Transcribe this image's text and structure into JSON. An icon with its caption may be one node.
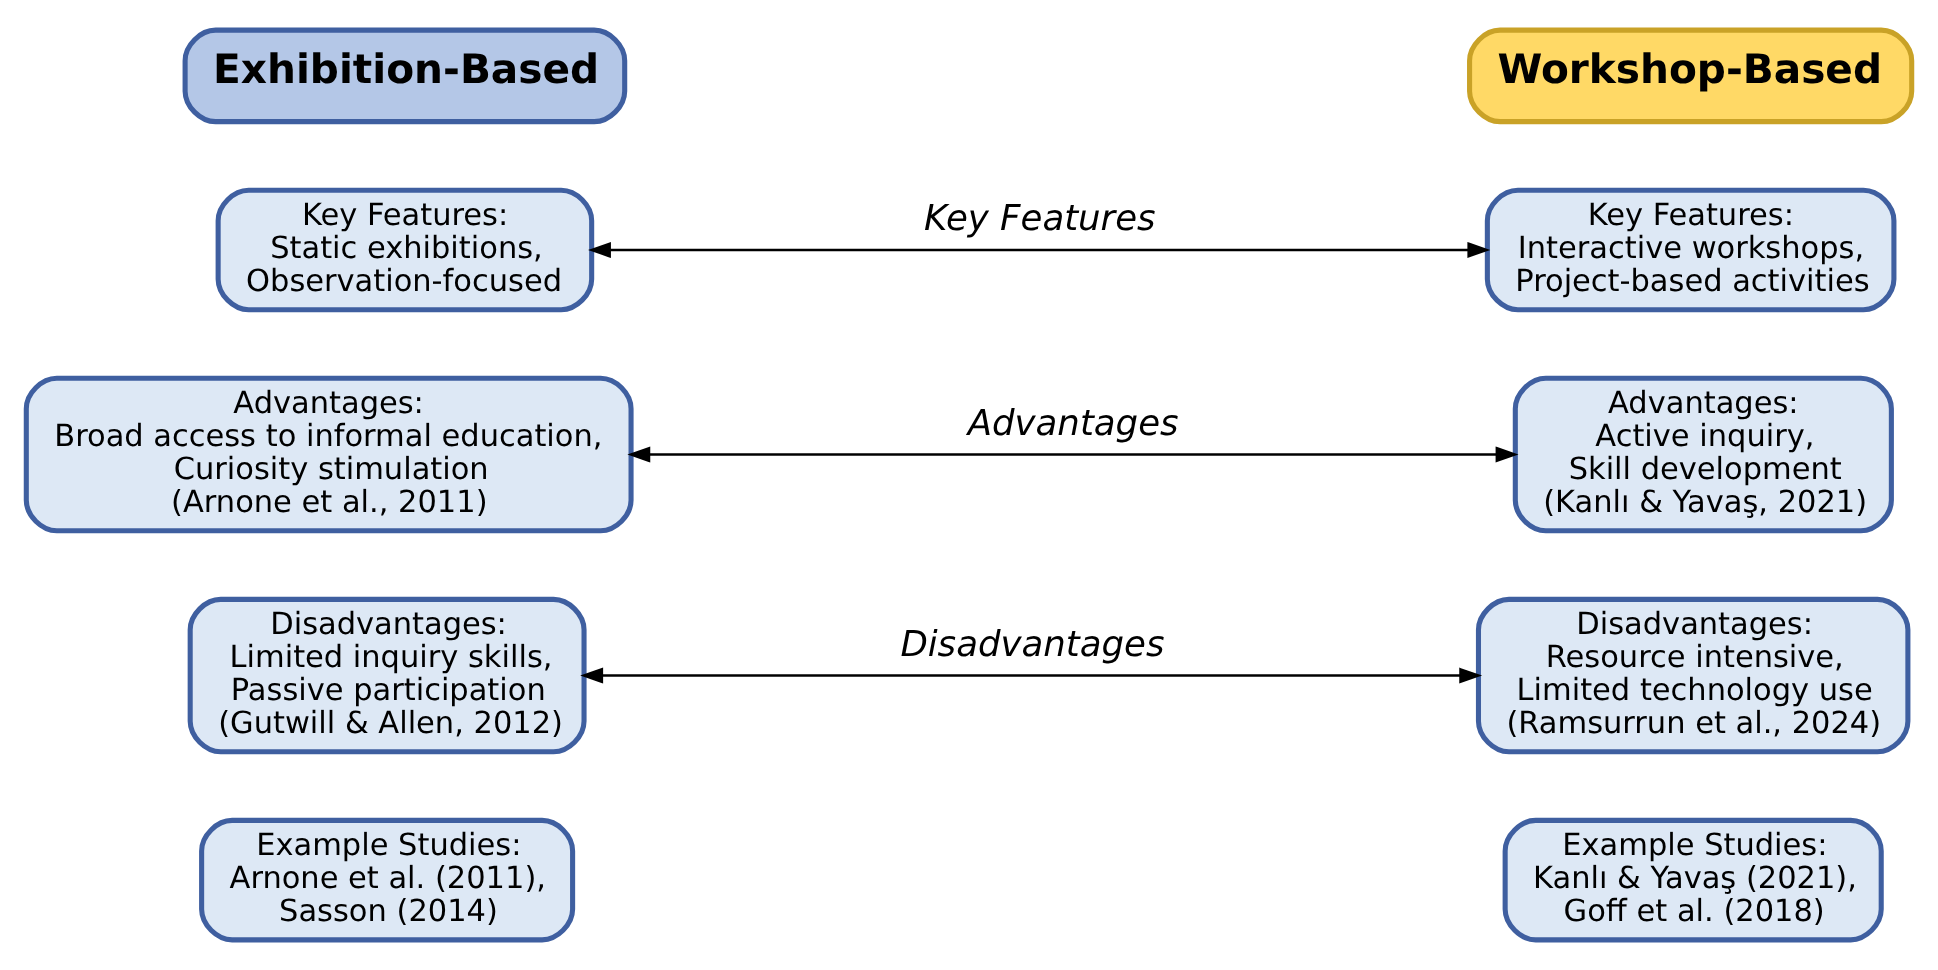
{
  "diagram": {
    "nodes": [
      {
        "text": [
          "Exhibition-Based"
        ]
      },
      {
        "text": [
          "Workshop-Based"
        ]
      },
      {
        "text": [
          "Key Features:",
          "Static exhibitions, Observation-focused"
        ]
      },
      {
        "text": [
          "Key Features:",
          "Interactive workshops, Project-based activities"
        ]
      },
      {
        "text": [
          "Advantages:",
          "Broad access to informal education, Curiosity stimulation",
          "(Arnone et al., 2011)"
        ]
      },
      {
        "text": [
          "Advantages:",
          "Active inquiry, Skill development",
          "(Kanlı & Yavaş, 2021)"
        ]
      },
      {
        "text": [
          "Disadvantages:",
          "Limited inquiry skills, Passive participation",
          "(Gutwill & Allen, 2012)"
        ]
      },
      {
        "text": [
          "Disadvantages:",
          "Resource intensive, Limited technology use",
          "(Ramsurrun et al., 2024)"
        ]
      },
      {
        "text": [
          "Example Studies:",
          "Arnone et al. (2011), Sasson (2014)"
        ]
      },
      {
        "text": [
          "Example Studies:",
          "Kanlı & Yavaş (2021), Goff et al. (2018)"
        ]
      }
    ],
    "edges": [
      {
        "from": 2,
        "to": 3,
        "arrow": "both",
        "label": "Key Features"
      },
      {
        "from": 4,
        "to": 5,
        "arrow": "both",
        "label": "Advantages"
      },
      {
        "from": 6,
        "to": 7,
        "arrow": "both",
        "label": "Disadvantages"
      }
    ]
  }
}
